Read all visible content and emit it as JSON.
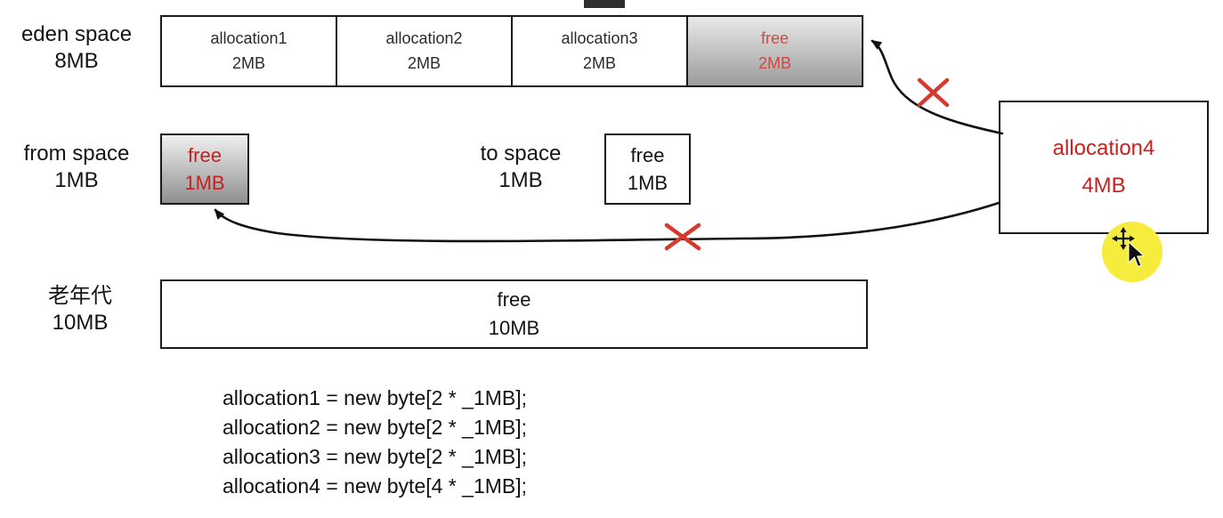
{
  "sections": {
    "eden": {
      "label_line1": "eden space",
      "label_line2": "8MB",
      "blocks": [
        {
          "name": "allocation1",
          "size": "2MB"
        },
        {
          "name": "allocation2",
          "size": "2MB"
        },
        {
          "name": "allocation3",
          "size": "2MB"
        },
        {
          "name": "free",
          "size": "2MB"
        }
      ]
    },
    "from_space": {
      "label_line1": "from space",
      "label_line2": "1MB",
      "block": {
        "name": "free",
        "size": "1MB"
      }
    },
    "to_space": {
      "label_line1": "to space",
      "label_line2": "1MB",
      "block": {
        "name": "free",
        "size": "1MB"
      }
    },
    "old_gen": {
      "label_line1": "老年代",
      "label_line2": "10MB",
      "block": {
        "name": "free",
        "size": "10MB"
      }
    },
    "allocation4": {
      "name": "allocation4",
      "size": "4MB"
    }
  },
  "code": {
    "lines": [
      "allocation1 = new byte[2 * _1MB];",
      "allocation2 = new byte[2 * _1MB];",
      "allocation3 = new byte[2 * _1MB];",
      "allocation4 = new byte[4 * _1MB];"
    ]
  },
  "colors": {
    "allocation_red": "#cc2020",
    "free_text_red": "#cf4a42",
    "cross_red": "#d63a2f",
    "highlight_yellow": "#f5ec3d",
    "box_border": "#1a1a1a",
    "free_gradient_top": "#e9e9e9",
    "free_gradient_bottom": "#9c9c9c"
  }
}
